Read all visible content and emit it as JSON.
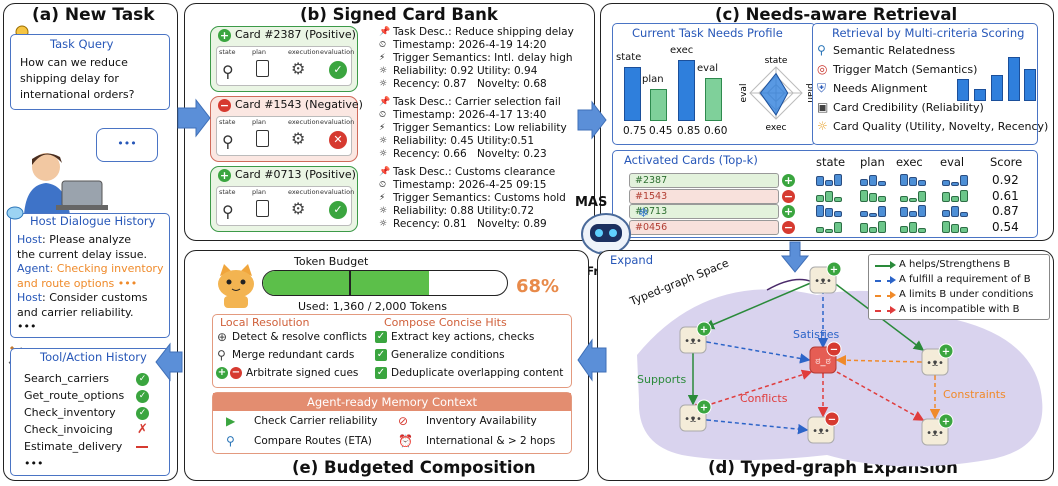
{
  "panel_a": {
    "title": "(a) New Task",
    "query_label": "Task Query",
    "query_text_1": "How can we reduce",
    "query_text_2": "shipping delay for",
    "query_text_3": "international orders?",
    "speech_dots": "•••",
    "dialogue_label": "Host Dialogue History",
    "dialogue": [
      {
        "speaker": "Host",
        "text": ": Please analyze"
      },
      {
        "speaker": "",
        "text": "the current delay issue."
      },
      {
        "speaker": "Agent",
        "text": ": Checking inventory"
      },
      {
        "speaker": "",
        "text": "and route options •••"
      },
      {
        "speaker": "Host",
        "text": ": Consider customs"
      },
      {
        "speaker": "",
        "text": "and carrier reliability."
      },
      {
        "speaker": "",
        "text": "•••"
      }
    ],
    "tool_label": "Tool/Action History",
    "tools": [
      {
        "name": "Search_carriers",
        "status": "ok"
      },
      {
        "name": "Get_route_options",
        "status": "ok"
      },
      {
        "name": "Check_inventory",
        "status": "ok"
      },
      {
        "name": "Check_invoicing",
        "status": "fail"
      },
      {
        "name": "Estimate_delivery",
        "status": "pending"
      },
      {
        "name": "•••",
        "status": ""
      }
    ]
  },
  "panel_b": {
    "title": "(b) Signed Card Bank",
    "stage_labels": [
      "state",
      "plan",
      "execution",
      "evaluation"
    ],
    "cards": [
      {
        "header": "Card #2387 (Positive)",
        "sign": "+",
        "desc": "Task Desc.: Reduce shipping delay",
        "timestamp": "Timestamp: 2026-4-19 14:20",
        "trigger": "Trigger Semantics: Intl. delay high",
        "reliability": "Reliability: 0.92",
        "utility": "Utility: 0.94",
        "recency": "Recency: 0.87",
        "novelty": "Novelty: 0.68",
        "eval": "ok"
      },
      {
        "header": "Card #1543 (Negative)",
        "sign": "−",
        "desc": "Task Desc.: Carrier selection fail",
        "timestamp": "Timestamp: 2026-4-17 13:40",
        "trigger": "Trigger Semantics: Low reliability",
        "reliability": "Reliability: 0.45",
        "utility": "Utility:0.51",
        "recency": "Recency: 0.66",
        "novelty": "Novelty: 0.23",
        "eval": "fail"
      },
      {
        "header": "Card #0713 (Positive)",
        "sign": "+",
        "desc": "Task Desc.: Customs clearance",
        "timestamp": "Timestamp: 2026-4-25 09:15",
        "trigger": "Trigger Semantics: Customs hold",
        "reliability": "Reliability: 0.88",
        "utility": "Utility:0.72",
        "recency": "Recency: 0.81",
        "novelty": "Novelty: 0.89",
        "eval": "ok"
      }
    ]
  },
  "panel_c": {
    "title": "(c) Needs-aware Retrieval",
    "profile_label": "Current Task Needs Profile",
    "needs": [
      {
        "name": "state",
        "value": 0.75
      },
      {
        "name": "plan",
        "value": 0.45
      },
      {
        "name": "exec",
        "value": 0.85
      },
      {
        "name": "eval",
        "value": 0.6
      }
    ],
    "need_values_text": [
      "0.75",
      "0.45",
      "0.85",
      "0.60"
    ],
    "radar_labels": [
      "state",
      "plan",
      "exec",
      "eval"
    ],
    "scoring_label": "Retrieval by Multi-criteria Scoring",
    "criteria": [
      "Semantic Relatedness",
      "Trigger Match (Semantics)",
      "Needs Alignment",
      "Card Credibility (Reliability)",
      "Card Quality (Utility, Novelty, Recency)"
    ],
    "activated_label": "Activated Cards (Top-k)",
    "col_headers": [
      "state",
      "plan",
      "exec",
      "eval",
      "Score"
    ],
    "activated": [
      {
        "id": "#2387",
        "sign": "+",
        "score": "0.92"
      },
      {
        "id": "#1543",
        "sign": "−",
        "score": "0.61"
      },
      {
        "id": "#0713",
        "sign": "+",
        "score": "0.87"
      },
      {
        "id": "#0456",
        "sign": "−",
        "score": "0.54"
      }
    ]
  },
  "mas": {
    "label": "MAS",
    "frozen": "(Frozen)"
  },
  "panel_d": {
    "title": "(d) Typed-graph Expansion",
    "expand": "Expand",
    "space": "Typed-graph Space",
    "legend": [
      {
        "text": "A helps/Strengthens B",
        "color": "#2a8a3a"
      },
      {
        "text": "A fulfill a requirement of B",
        "color": "#2c64c8"
      },
      {
        "text": "A limits B under conditions",
        "color": "#f08a2a"
      },
      {
        "text": "A is incompatible with B",
        "color": "#e03c3c"
      }
    ],
    "edge_labels": {
      "satisfies": "Satisfies",
      "supports": "Supports",
      "conflicts": "Conflicts",
      "constraints": "Constraints"
    }
  },
  "panel_e": {
    "title": "(e) Budgeted Composition",
    "budget_label": "Token Budget",
    "budget_fraction": 0.68,
    "budget_pct": "68%",
    "used": "Used: 1,360 / 2,000 Tokens",
    "local_label": "Local Resolution",
    "local_items": [
      "Detect & resolve conflicts",
      "Merge redundant cards",
      "Arbitrate signed cues"
    ],
    "compose_label": "Compose Concise Hits",
    "compose_items": [
      "Extract key actions, checks",
      "Generalize conditions",
      "Deduplicate overlapping content"
    ],
    "context_label": "Agent-ready Memory Context",
    "context_items": [
      "Check Carrier reliability",
      "Inventory Availability",
      "Compare Routes (ETA)",
      "International & > 2 hops"
    ]
  },
  "colors": {
    "positive": "#3aa53f",
    "negative": "#d63a30",
    "accent_blue": "#2f7fdc",
    "budget_green": "#5cbf4a",
    "pct_orange": "#e88a4a"
  }
}
